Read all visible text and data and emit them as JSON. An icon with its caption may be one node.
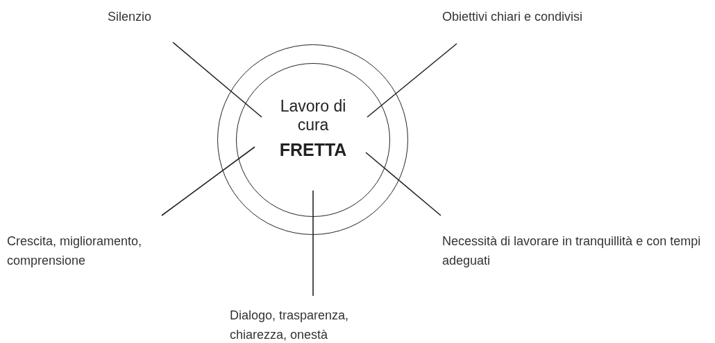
{
  "diagram": {
    "nodes": [
      {
        "text": [],
        "shape": "circle"
      },
      {
        "text": [
          "Lavoro di cura",
          "FRETTA"
        ],
        "in": 0
      },
      {
        "text": [
          "Silenzio"
        ]
      },
      {
        "text": [
          "Obiettivi chiari e condivisi"
        ]
      },
      {
        "text": [
          "Crescita, miglioramento, comprensione"
        ]
      },
      {
        "text": [
          "Necessità di lavorare in tranquillità e con tempi adeguati"
        ]
      },
      {
        "text": [
          "Dialogo, trasparenza, chiarezza, onestà"
        ]
      }
    ],
    "edges": [
      {
        "from": 2,
        "to": 1,
        "arrow": "none"
      },
      {
        "from": 3,
        "to": 1,
        "arrow": "none"
      },
      {
        "from": 4,
        "to": 1,
        "arrow": "none"
      },
      {
        "from": 5,
        "to": 1,
        "arrow": "none"
      },
      {
        "from": 6,
        "to": 1,
        "arrow": "none"
      }
    ]
  }
}
